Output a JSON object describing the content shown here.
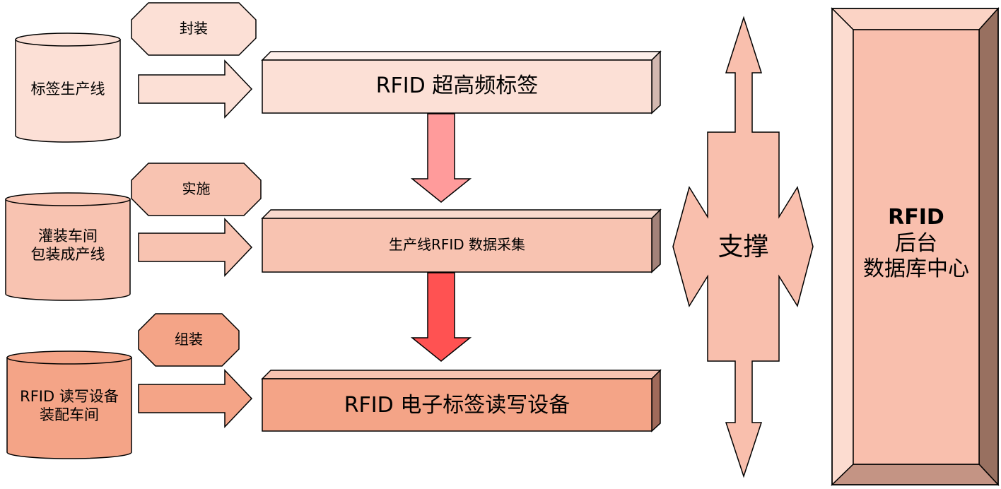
{
  "colors": {
    "stage1_fill": "#FCE0D6",
    "stage2_fill": "#F8C3B1",
    "stage3_fill": "#F4A487",
    "arrow_light_red": "#FF9B9B",
    "arrow_red": "#FF5252",
    "support_fill": "#F9BFAD",
    "database_fill": "#F9BFAD",
    "database_dark_side": "#987060",
    "outline": "#000000"
  },
  "rows": [
    {
      "source": "标签生产线",
      "process": "封装",
      "target": "RFID 超高频标签"
    },
    {
      "source_line1": "灌装车间",
      "source_line2": "包装成产线",
      "process": "实施",
      "target": "生产线RFID 数据采集"
    },
    {
      "source_line1": "RFID 读写设备",
      "source_line2": "装配车间",
      "process": "组装",
      "target": "RFID 电子标签读写设备"
    }
  ],
  "support": {
    "label": "支撑"
  },
  "database": {
    "line1": "RFID",
    "line2": "后台",
    "line3": "数据库中心"
  }
}
